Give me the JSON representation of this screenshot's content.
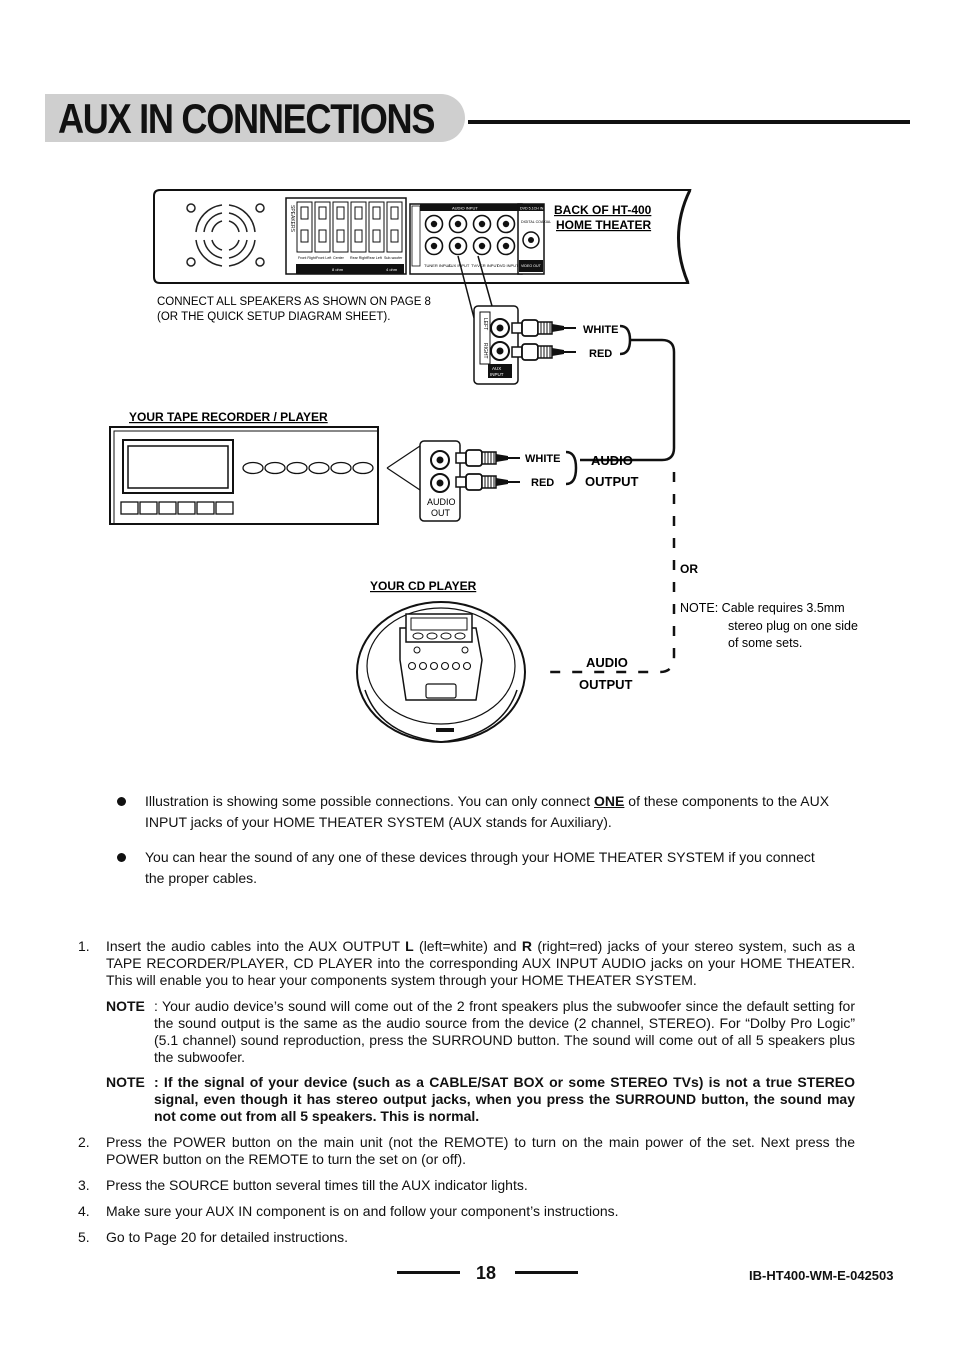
{
  "page": {
    "title": "AUX IN CONNECTIONS",
    "page_number": "18",
    "doc_code": "IB-HT400-WM-E-042503"
  },
  "diagram": {
    "back_label_line1": "BACK OF HT-400",
    "back_label_line2": "HOME THEATER",
    "connect_note_line1": "CONNECT ALL SPEAKERS AS SHOWN ON PAGE 8",
    "connect_note_line2": "(OR THE QUICK SETUP DIAGRAM SHEET).",
    "tape_label": "YOUR TAPE RECORDER / PLAYER",
    "cd_label": "YOUR CD PLAYER",
    "white": "WHITE",
    "red": "RED",
    "audio": "AUDIO",
    "output": "OUTPUT",
    "audio_out_line1": "AUDIO",
    "audio_out_line2": "OUT",
    "or": "OR",
    "note_line1": "NOTE: Cable requires 3.5mm",
    "note_line2": "stereo plug on one side",
    "note_line3": "of some sets.",
    "panel": {
      "speakers": "SPEAKERS",
      "audio_input": "AUDIO INPUT",
      "dvd_5_1": "DVD 5.1CH IN",
      "digital_coaxial": "DIGITAL COAXIAL",
      "tuner": "TUNER INPUT",
      "aux": "AUX INPUT",
      "tvvcr": "TV/VCR INPUT",
      "dvd": "DVD INPUT",
      "video_out": "VIDEO OUT",
      "front_right": "Front Right",
      "front_left": "Front Left",
      "center": "Center",
      "rear_right": "Rear Right",
      "rear_left": "Rear Left",
      "subwoofer": "Sub-woofer",
      "ohm8": "8 ohm",
      "ohm4": "4 ohm",
      "left": "LEFT",
      "right": "RIGHT",
      "aux_input": "AUX INPUT"
    }
  },
  "bullets": [
    {
      "pre": "Illustration is showing some possible  connections. You can only connect ",
      "emph": "ONE",
      "post": " of these components to the AUX INPUT jacks of your HOME THEATER SYSTEM (AUX stands for Auxiliary)."
    },
    {
      "text": "You can hear the sound of any one of these devices through your HOME THEATER SYSTEM if you connect the proper cables."
    }
  ],
  "steps": {
    "s1": {
      "num": "1.",
      "a": "Insert the audio cables into the AUX OUTPUT ",
      "b": "L",
      "c": " (left=white) and ",
      "d": "R",
      "e": " (right=red) jacks of your stereo system, such as a TAPE RECORDER/PLAYER, CD PLAYER into the corresponding AUX INPUT AUDIO jacks on your HOME THEATER. This will enable you to hear your components system through your HOME THEATER SYSTEM."
    },
    "note1": {
      "label": "NOTE",
      "text": ": Your audio device’s sound will come out of the 2 front speakers plus the subwoofer since the default setting for the sound output is the same as the audio source from the device (2 channel, STEREO). For “Dolby Pro Logic” (5.1 channel) sound reproduction, press the SURROUND button. The sound will come out of all 5 speakers plus the subwoofer."
    },
    "note2": {
      "label": "NOTE",
      "text": ": If the signal of your device (such as a CABLE/SAT BOX or some STEREO TVs) is not a true STEREO signal, even though it has stereo output jacks, when you press the SURROUND button, the sound may not come out from all 5 speakers. This is normal."
    },
    "s2": {
      "num": "2.",
      "text": "Press the POWER button on the main unit (not the REMOTE) to turn on the main power of the set. Next press the POWER button on the REMOTE to turn the set on (or off)."
    },
    "s3": {
      "num": "3.",
      "text": "Press the SOURCE button several times till the AUX indicator lights."
    },
    "s4": {
      "num": "4.",
      "text": "Make sure your AUX IN component is on and follow your component’s instructions."
    },
    "s5": {
      "num": "5.",
      "text": "Go to Page 20 for detailed instructions."
    }
  }
}
